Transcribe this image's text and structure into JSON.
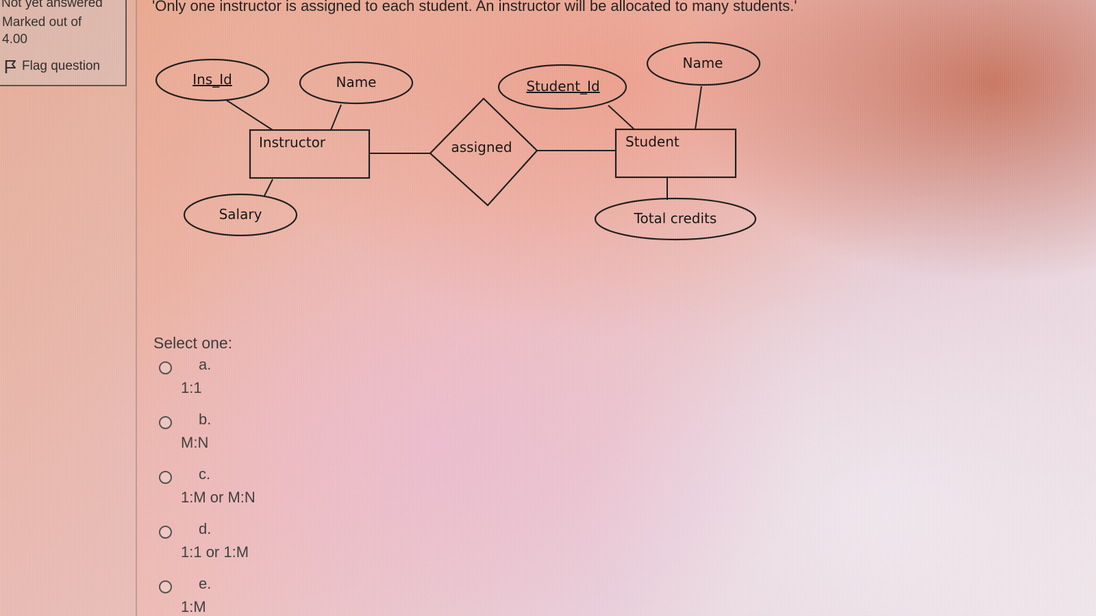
{
  "sidebar": {
    "info_cut_text": "Not yet answered",
    "marked_line1": "Marked out of",
    "marked_line2": "4.00",
    "flag_label": "Flag question"
  },
  "question": {
    "text": "'Only one instructor is assigned to each student. An instructor will be allocated to many students.'"
  },
  "diagram": {
    "entities": {
      "instructor": "Instructor",
      "student": "Student"
    },
    "relationship": "assigned",
    "attributes": {
      "ins_id": "Ins_Id",
      "instructor_name": "Name",
      "salary": "Salary",
      "student_id": "Student_Id",
      "student_name": "Name",
      "total_credits": "Total credits"
    }
  },
  "answer": {
    "prompt": "Select one:",
    "options": [
      {
        "letter": "a.",
        "text": "1:1"
      },
      {
        "letter": "b.",
        "text": "M:N"
      },
      {
        "letter": "c.",
        "text": "1:M or M:N"
      },
      {
        "letter": "d.",
        "text": "1:1 or 1:M"
      },
      {
        "letter": "e.",
        "text": "1:M"
      }
    ]
  },
  "colors": {
    "text": "#1e1d1d",
    "diagram_stroke": "#1a1a1a",
    "radio_border": "#4e4e4e"
  }
}
